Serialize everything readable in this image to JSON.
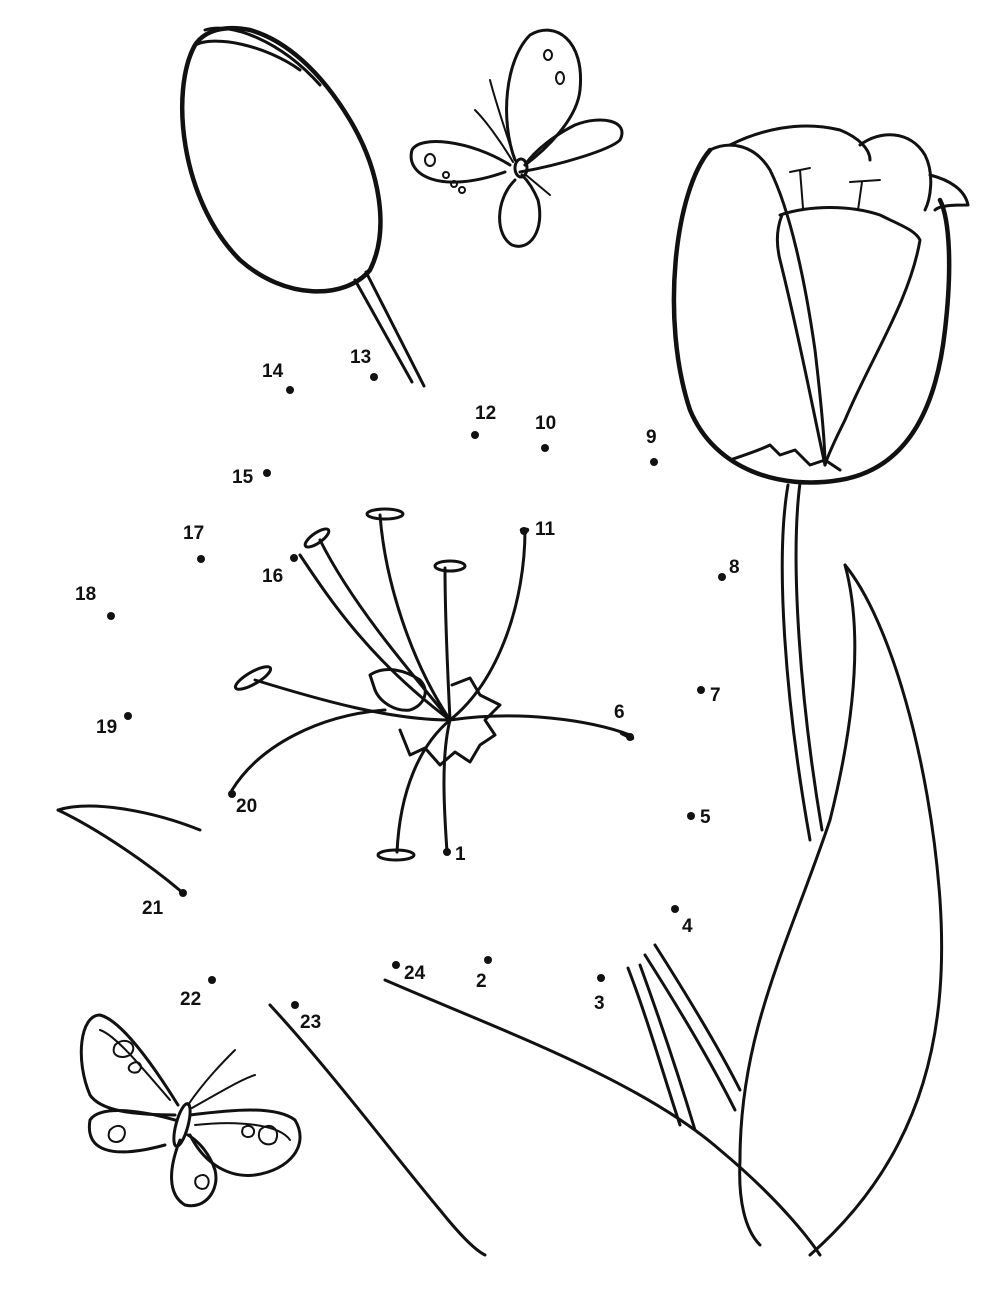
{
  "ink_color": "#111111",
  "paper_color": "#ffffff",
  "illustrations": [
    {
      "name": "tulip-bud-icon"
    },
    {
      "name": "butterfly-top-icon"
    },
    {
      "name": "open-tulip-icon"
    },
    {
      "name": "tulip-stem-and-leaf-icon"
    },
    {
      "name": "lily-stamens-icon"
    },
    {
      "name": "small-leaf-icon"
    },
    {
      "name": "butterfly-bottom-icon"
    },
    {
      "name": "lower-leaf-icon"
    }
  ],
  "points": [
    {
      "label": "1"
    },
    {
      "label": "2"
    },
    {
      "label": "3"
    },
    {
      "label": "4"
    },
    {
      "label": "5"
    },
    {
      "label": "6"
    },
    {
      "label": "7"
    },
    {
      "label": "8"
    },
    {
      "label": "9"
    },
    {
      "label": "10"
    },
    {
      "label": "11"
    },
    {
      "label": "12"
    },
    {
      "label": "13"
    },
    {
      "label": "14"
    },
    {
      "label": "15"
    },
    {
      "label": "16"
    },
    {
      "label": "17"
    },
    {
      "label": "18"
    },
    {
      "label": "19"
    },
    {
      "label": "20"
    },
    {
      "label": "21"
    },
    {
      "label": "22"
    },
    {
      "label": "23"
    },
    {
      "label": "24"
    }
  ]
}
